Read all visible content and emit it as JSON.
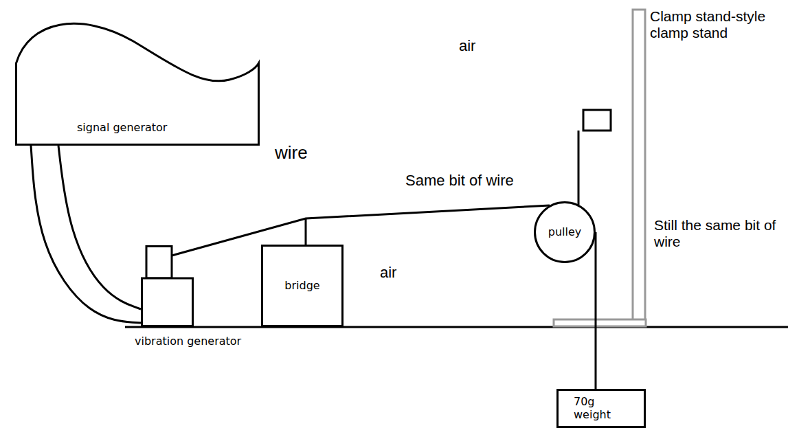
{
  "diagram": {
    "nodes": [
      {
        "text": [
          "signal generator"
        ]
      },
      {
        "text": [
          "vibration generator"
        ]
      },
      {
        "text": [
          "bridge"
        ]
      },
      {
        "text": [
          "pulley"
        ]
      },
      {
        "text": [
          "70g weight"
        ]
      }
    ],
    "edges": [
      {
        "from": 0,
        "to": 1,
        "arrow": "none"
      },
      {
        "from": 0,
        "to": 1,
        "arrow": "none"
      },
      {
        "from": 1,
        "to": 3,
        "arrow": "none"
      },
      {
        "from": 3,
        "to": 4,
        "arrow": "none"
      }
    ],
    "labels": [
      "air",
      "Clamp stand-style clamp stand",
      "Same bit of wire",
      "wire",
      "air",
      "Still the same bit of wire"
    ]
  }
}
